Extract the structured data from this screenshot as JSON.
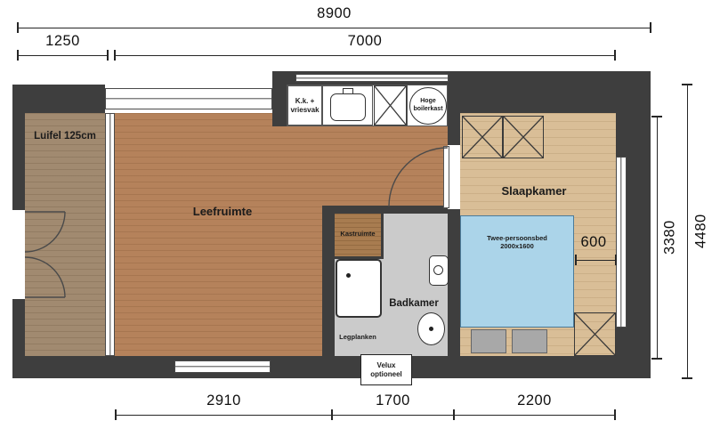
{
  "dimensions": {
    "total_width": "8900",
    "luifel_width": "1250",
    "main_width": "7000",
    "total_height": "4480",
    "inner_height": "3380",
    "bed_side": "600",
    "bottom_left": "2910",
    "bottom_middle": "1700",
    "bottom_right": "2200"
  },
  "labels": {
    "luifel": "Luifel 125cm",
    "leefruimte": "Leefruimte",
    "kitchen": "K.k. +\nvriesvak",
    "boiler": "Hoge\nboilerkast",
    "slaapkamer": "Slaapkamer",
    "bed": "Twee-persoonsbed\n2000x1600",
    "kastruimte": "Kastruimte",
    "badkamer": "Badkamer",
    "legplanken": "Legplanken",
    "velux": "Velux\noptioneel"
  },
  "colors": {
    "wall": "#3e3e3e",
    "wood_floor": "#b5825b",
    "luifel_floor": "#a18a70",
    "bedroom_floor": "#d9be97",
    "bathroom_floor": "#cbcbcb",
    "closet_floor": "#a87c50",
    "bed_fill": "#abd4e9",
    "pillow": "#a8a8a8",
    "dim_text": "#101010"
  }
}
